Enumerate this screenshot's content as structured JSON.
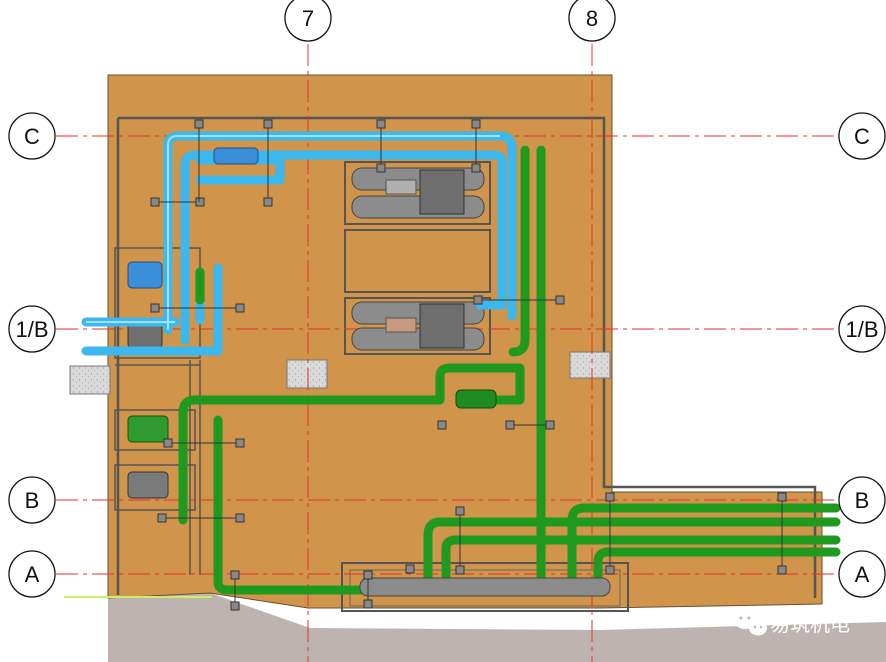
{
  "grid": {
    "vertical": [
      "7",
      "8"
    ],
    "horizontal": [
      "C",
      "1/B",
      "B",
      "A"
    ]
  },
  "watermark": {
    "text": "易筑机电",
    "icon": "wechat-icon"
  },
  "colors": {
    "floor": "#d0944a",
    "wall": "#555555",
    "slab_edge": "#bdb3b0",
    "chilled_water_pipe": "#3cb8ee",
    "cooling_water_pipe": "#1f9a1f",
    "grid_line": "#e53030",
    "equipment": "#8c8c8c",
    "concrete_block": "#d8d8d8"
  }
}
